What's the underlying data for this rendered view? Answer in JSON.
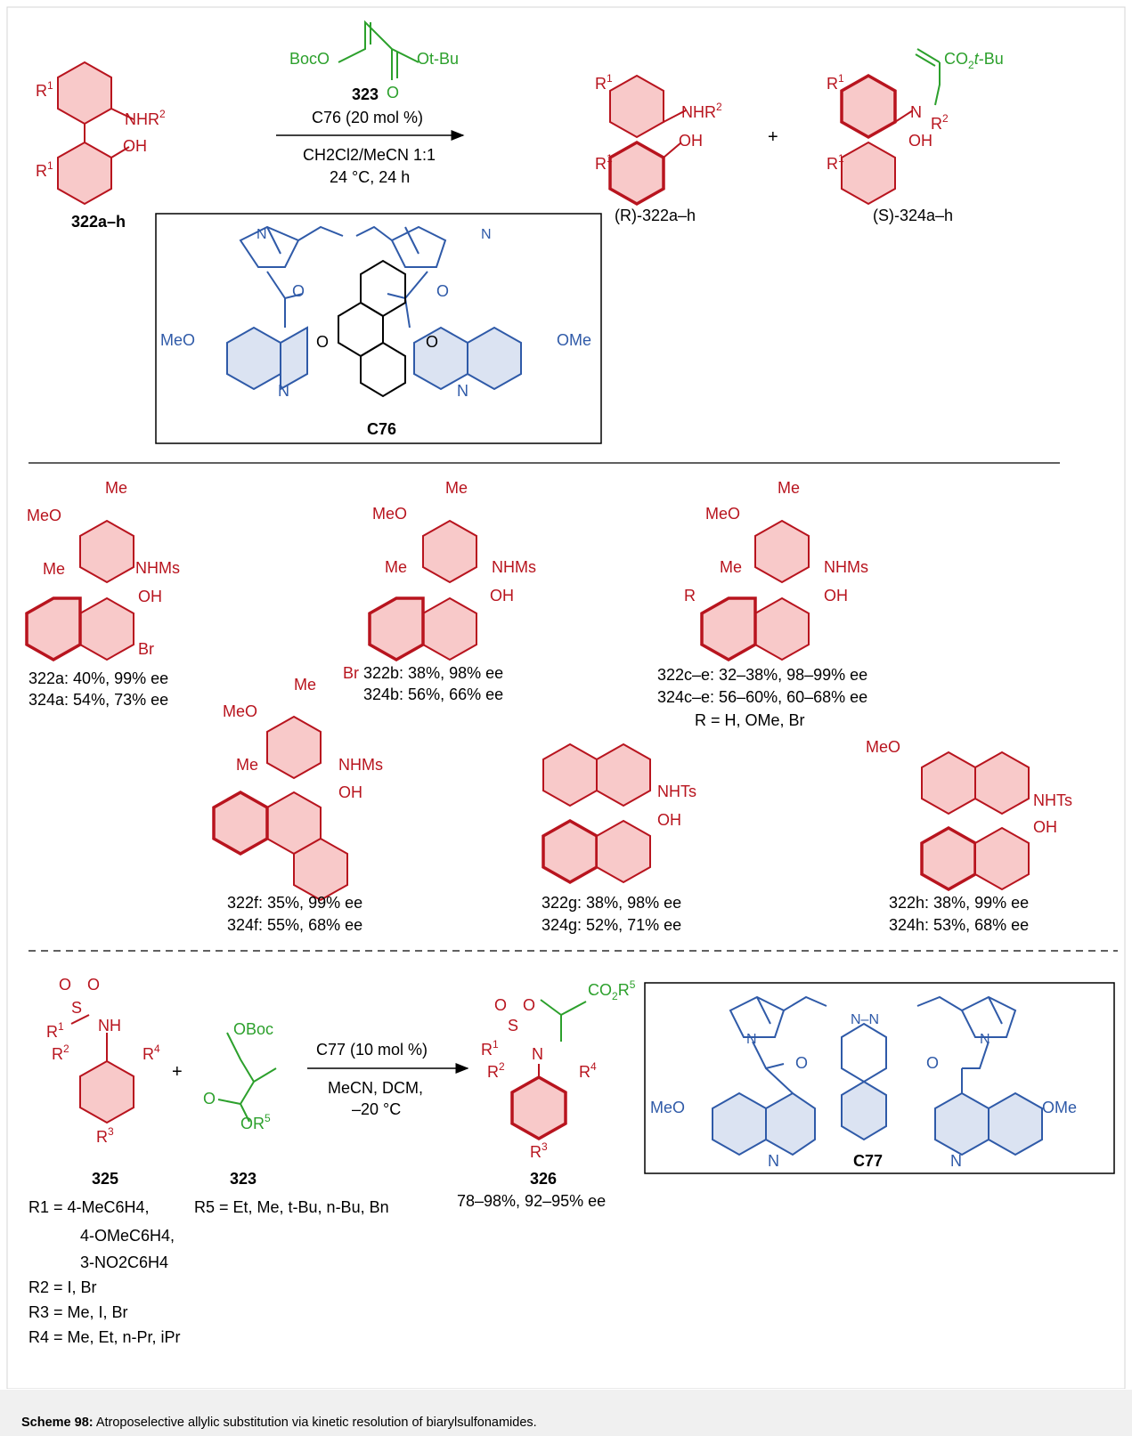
{
  "caption": {
    "label": "Scheme 98:",
    "text": " Atroposelective allylic substitution via kinetic resolution of biarylsulfonamides."
  },
  "colors": {
    "substrate": "#b8141e",
    "substrate_fill": "#f8c9c9",
    "reagent": "#2ca02c",
    "catalyst": "#2f5aa8",
    "catalyst_fill": "#dbe3f2"
  },
  "top": {
    "substrate_label": "322a–h",
    "reagent_label": "323",
    "reagent_left": "BocO",
    "reagent_right": "Ot-Bu",
    "conditions": [
      "C76 (20 mol %)",
      "CH2Cl2/MeCN 1:1",
      "24 °C, 24 h"
    ],
    "product1_label": "(R)-322a–h",
    "product2_label": "(S)-324a–h",
    "plus": "+",
    "catalyst_label": "C76"
  },
  "examples": [
    {
      "line1": "322a: 40%, 99% ee",
      "line2": "324a: 54%, 73% ee"
    },
    {
      "line1": "322b: 38%, 98% ee",
      "line2": "324b: 56%, 66% ee"
    },
    {
      "line1": "322c–e: 32–38%, 98–99% ee",
      "line2": "324c–e: 56–60%, 60–68% ee",
      "line3": "R = H, OMe, Br"
    },
    {
      "line1": "322f: 35%, 99% ee",
      "line2": "324f: 55%, 68% ee"
    },
    {
      "line1": "322g: 38%, 98% ee",
      "line2": "324g: 52%, 71% ee"
    },
    {
      "line1": "322h: 38%, 99% ee",
      "line2": "324h: 53%, 68% ee"
    }
  ],
  "bottom": {
    "label_325": "325",
    "label_323": "323",
    "label_326": "326",
    "yield_326": "78–98%, 92–95% ee",
    "conditions": [
      "C77 (10 mol %)",
      "MeCN, DCM,",
      "–20 °C"
    ],
    "r5": "R5 = Et, Me, t-Bu, n-Bu, Bn",
    "r1": [
      "R1 = 4-MeC6H4,",
      "4-OMeC6H4,",
      "3-NO2C6H4"
    ],
    "r2": "R2 = I, Br",
    "r3": "R3 = Me, I, Br",
    "r4": "R4 = Me, Et, n-Pr, iPr",
    "catalyst_label": "C77",
    "plus": "+"
  }
}
